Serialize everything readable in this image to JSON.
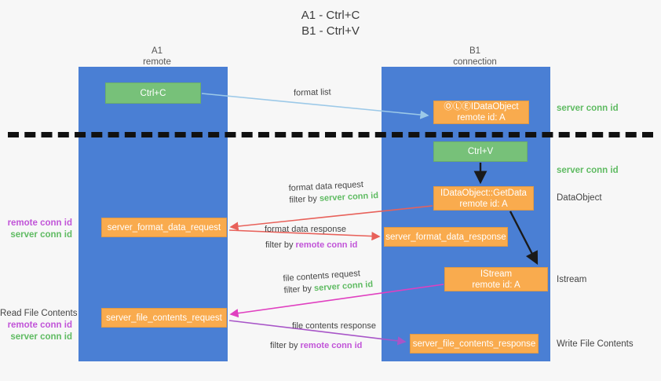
{
  "title": {
    "line1": "A1 - Ctrl+C",
    "line2": "B1 - Ctrl+V"
  },
  "columns": [
    {
      "id": "a1",
      "name": "A1",
      "role": "remote"
    },
    {
      "id": "b1",
      "name": "B1",
      "role": "connection"
    }
  ],
  "nodes": {
    "ctrl_c": {
      "label": "Ctrl+C",
      "color": "green"
    },
    "set_clipboard": {
      "label": "ⓄⓁⒺIDataObject",
      "sub": "remote id: A",
      "color": "orange"
    },
    "ctrl_v": {
      "label": "Ctrl+V",
      "color": "green"
    },
    "get_data": {
      "label": "IDataObject::GetData",
      "sub": "remote id: A",
      "color": "orange"
    },
    "istream": {
      "label": "IStream",
      "sub": "remote id: A",
      "color": "orange"
    },
    "server_format_data_request": {
      "label": "server_format_data_request",
      "color": "orange"
    },
    "server_format_data_response": {
      "label": "server_format_data_response",
      "color": "orange"
    },
    "server_file_contents_request": {
      "label": "server_file_contents_request",
      "color": "orange"
    },
    "server_file_contents_response": {
      "label": "server_file_contents_response",
      "color": "orange"
    }
  },
  "edges": {
    "format_list": {
      "label": "format list"
    },
    "format_data_request": {
      "label": "format data request",
      "filter_prefix": "filter by ",
      "filter_value": "server conn id"
    },
    "format_data_response": {
      "label": "format data response",
      "filter_prefix": "filter by ",
      "filter_value": "remote conn id"
    },
    "file_contents_request": {
      "label": "file contents request",
      "filter_prefix": "filter by ",
      "filter_value": "server conn id"
    },
    "file_contents_response": {
      "label": "file contents response",
      "filter_prefix": "filter by ",
      "filter_value": "remote conn id"
    }
  },
  "side_labels": {
    "server_conn_id_1": "server conn id",
    "server_conn_id_2": "server conn id",
    "data_object": "DataObject",
    "istream": "Istream",
    "write_file_contents": "Write File Contents"
  },
  "left_labels": {
    "remote_conn_id_1": "remote conn id",
    "server_conn_id_1": "server conn id",
    "read_file_contents": "Read File Contents",
    "remote_conn_id_2": "remote conn id",
    "server_conn_id_2": "server conn id"
  },
  "colors": {
    "lane": "#4a7fd4",
    "green_node": "#77c179",
    "orange_node": "#f9ab4e",
    "green_text": "#5fbb62",
    "purple_text": "#c154d8",
    "red_arrow": "#e8615a",
    "magenta_arrow": "#e040c0",
    "purple_arrow": "#a855c8",
    "light_blue_arrow": "#9cc9e8",
    "black_arrow": "#1a1a1a",
    "divider": "#111111",
    "background": "#f7f7f7"
  }
}
